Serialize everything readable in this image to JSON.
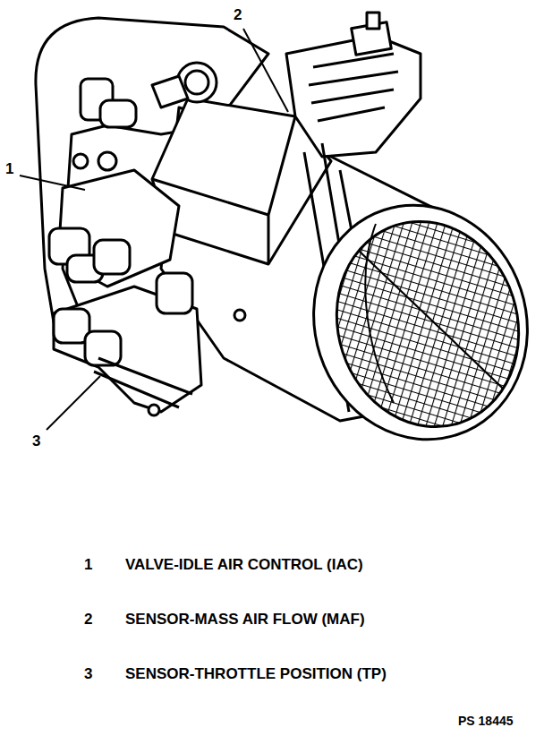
{
  "diagram": {
    "labels": [
      "2",
      "1",
      "3",
      "1",
      "VALVE-IDLE AIR CONTROL (IAC)",
      "2",
      "SENSOR-MASS AIR FLOW (MAF)",
      "3",
      "SENSOR-THROTTLE POSITION (TP)",
      "PS 18445"
    ]
  }
}
